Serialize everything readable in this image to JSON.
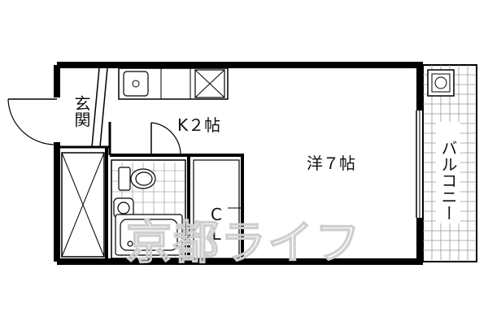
{
  "floor_plan": {
    "rooms": {
      "entrance": "玄関",
      "kitchen": "K２帖",
      "western_room": "洋７帖",
      "closet": "CL",
      "balcony": "バルコニー"
    },
    "watermark": "京都ライフ"
  }
}
